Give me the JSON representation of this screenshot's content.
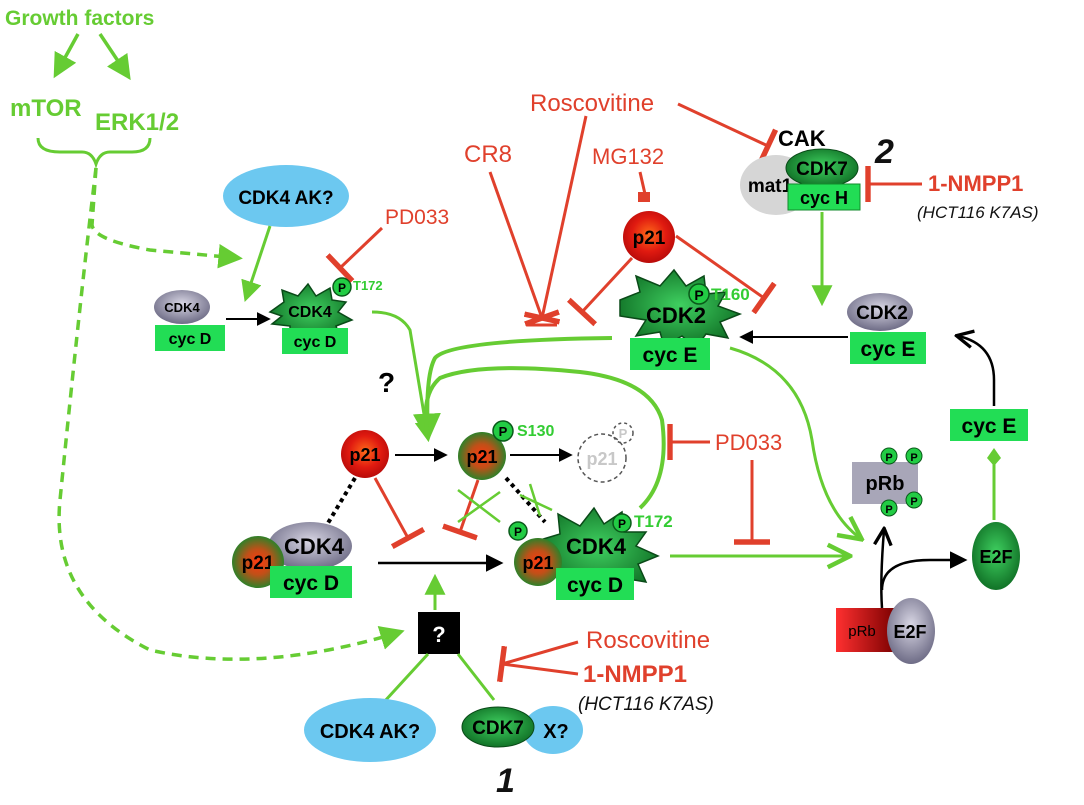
{
  "labels": {
    "growth_factors": "Growth factors",
    "mtor": "mTOR",
    "erk": "ERK1/2",
    "cdk4ak_top": "CDK4 AK?",
    "cdk4ak_bottom": "CDK4 AK?",
    "pd033_top": "PD033",
    "pd033_mid": "PD033",
    "cr8": "CR8",
    "roscovitine_top": "Roscovitine",
    "roscovitine_bottom": "Roscovitine",
    "mg132": "MG132",
    "nmpp1_top": "1-NMPP1",
    "nmpp1_bottom": "1-NMPP1",
    "hct116_top": "(HCT116 K7AS)",
    "hct116_bottom": "(HCT116 K7AS)",
    "cak": "CAK",
    "mat1": "mat1",
    "cdk7": "CDK7",
    "cdk7_b": "CDK7",
    "cych": "cyc H",
    "num1": "1",
    "num2": "2",
    "cdk4_a": "CDK4",
    "cdk4_b": "CDK4",
    "cdk4_c": "CDK4",
    "cdk4_d": "CDK4",
    "cycd_a": "cyc D",
    "cycd_b": "cyc D",
    "cycd_c": "cyc D",
    "cycd_d": "cyc D",
    "cdk2_a": "CDK2",
    "cdk2_b": "CDK2",
    "cyce_a": "cyc E",
    "cyce_b": "cyc E",
    "cyce_c": "cyc E",
    "p21": "p21",
    "p": "P",
    "t172": "T172",
    "t160": "T160",
    "s130": "S130",
    "q": "?",
    "x": "X?",
    "prb": "pRb",
    "e2f": "E2F"
  },
  "colors": {
    "green": "#66cc33",
    "red": "#e0402c",
    "box_green": "#22dd55",
    "dark_green": "#0e6b24",
    "blue": "#6cc8f0",
    "gray": "#9a98b0",
    "prb_red": "#8b0a0a"
  }
}
